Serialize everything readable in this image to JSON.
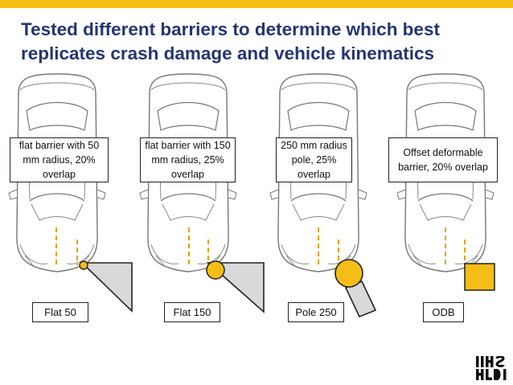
{
  "title": "Tested different barriers to determine which best replicates crash damage and vehicle kinematics",
  "configurations": [
    {
      "description": "flat barrier with 50 mm radius, 20% overlap",
      "label": "Flat 50"
    },
    {
      "description": "flat barrier with 150 mm radius, 25% overlap",
      "label": "Flat 150"
    },
    {
      "description": "250 mm radius pole, 25% overlap",
      "label": "Pole 250"
    },
    {
      "description": "Offset deformable barrier, 20% overlap",
      "label": "ODB"
    }
  ],
  "logo": {
    "text": "IIHS HLDI"
  },
  "colors": {
    "accent": "#f6bd16",
    "title": "#253570",
    "barrier_gray": "#d9d9d9",
    "barrier_yellow": "#f6bd16"
  }
}
